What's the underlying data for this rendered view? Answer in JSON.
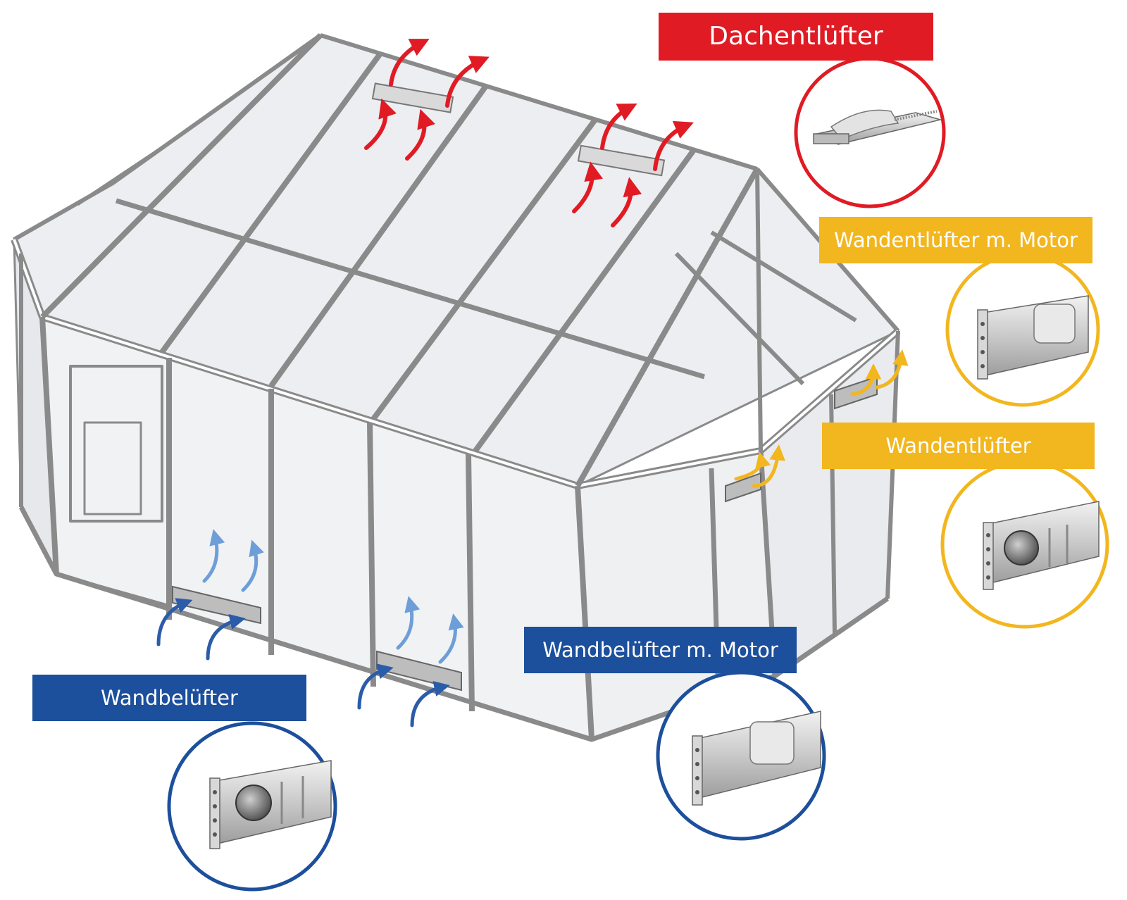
{
  "labels": {
    "roof_vent": "Dachentlüfter",
    "wall_exhaust_motor": "Wandentlüfter m. Motor",
    "wall_exhaust": "Wandentlüfter",
    "wall_intake_motor": "Wandbelüfter m. Motor",
    "wall_intake": "Wandbelüfter"
  },
  "colors": {
    "roof_vent": "#e01b24",
    "wall_exhaust": "#f2b61e",
    "wall_intake": "#1c4f9c",
    "frame": "#8a8a8a",
    "glass": "#eef0f2"
  },
  "icons": [
    "conservatory-frame",
    "airflow-arrow",
    "roof-vent-profile",
    "wall-vent-profile",
    "motor-vent-profile"
  ]
}
